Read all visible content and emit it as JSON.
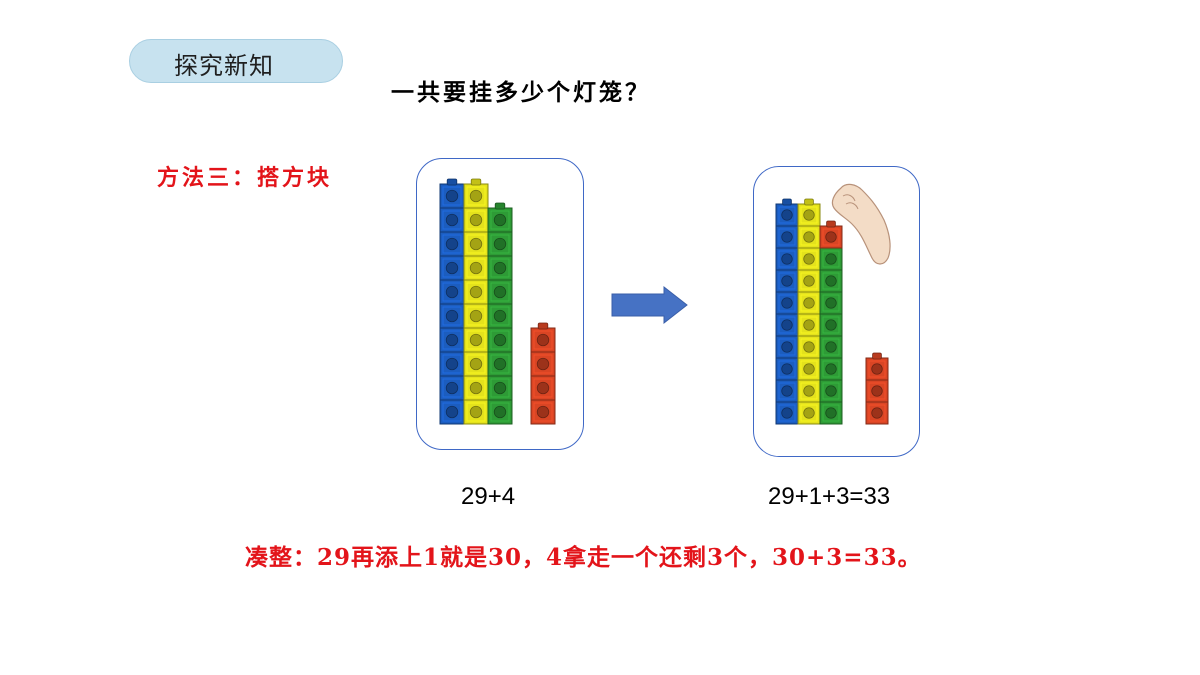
{
  "header": {
    "section_label": "探究新知",
    "question": "一共要挂多少个灯笼？"
  },
  "method": {
    "label": "方法三：搭方块"
  },
  "colors": {
    "blue": "#1c5dbf",
    "yellow": "#e4e21c",
    "green": "#2e9b36",
    "red": "#d94524",
    "panel_border": "#3f68c6",
    "arrow": "#4672c4",
    "badge": "#c7e2ef",
    "emphasis_text": "#e3141a"
  },
  "left_figure": {
    "expression": "29+4",
    "columns": [
      {
        "color": "blue",
        "cubes": 10
      },
      {
        "color": "yellow",
        "cubes": 10
      },
      {
        "color": "green",
        "cubes": 9
      }
    ],
    "loose": {
      "color": "red",
      "cubes": 4
    }
  },
  "right_figure": {
    "expression": "29+1+3=33",
    "columns": [
      {
        "color": "blue",
        "cubes": 10
      },
      {
        "color": "yellow",
        "cubes": 10
      },
      {
        "color": "green",
        "cubes": 9,
        "top_color": "red"
      }
    ],
    "loose": {
      "color": "red",
      "cubes": 3
    },
    "hand_icon": "hand-icon"
  },
  "arrow_icon": "right-arrow-icon",
  "explanation": "凑整：29再添上1就是30，4拿走一个还剩3个，30+3=33。"
}
